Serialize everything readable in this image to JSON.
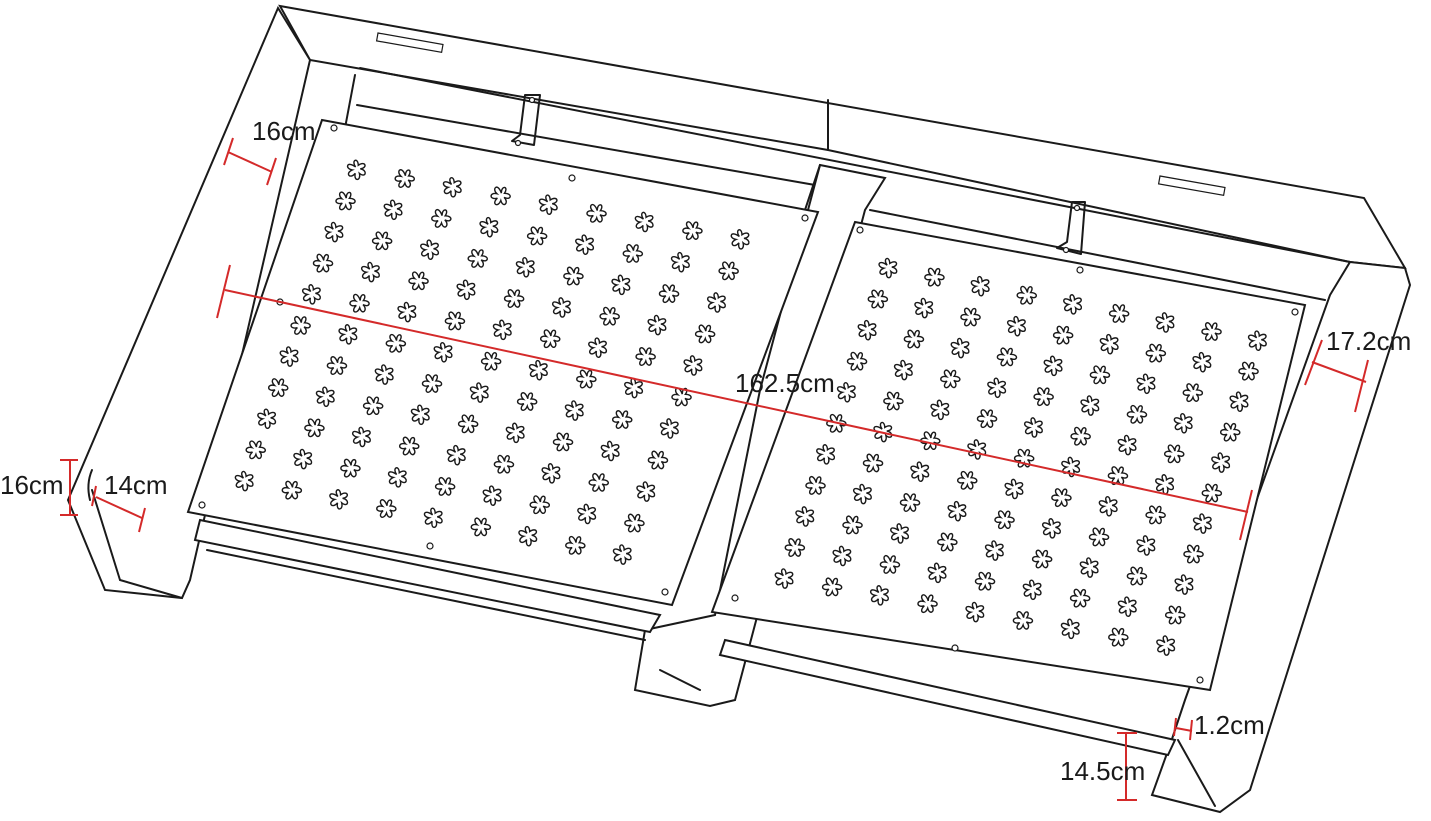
{
  "dimensions": {
    "length": "162.5cm",
    "top_left_depth": "16cm",
    "right_depth": "17.2cm",
    "left_end_height": "16cm",
    "left_end_width": "14cm",
    "board_thickness": "1.2cm",
    "right_end_height": "14.5cm"
  },
  "colors": {
    "line": "#1a1a1a",
    "dimension": "#d42a2a",
    "background": "#ffffff"
  }
}
